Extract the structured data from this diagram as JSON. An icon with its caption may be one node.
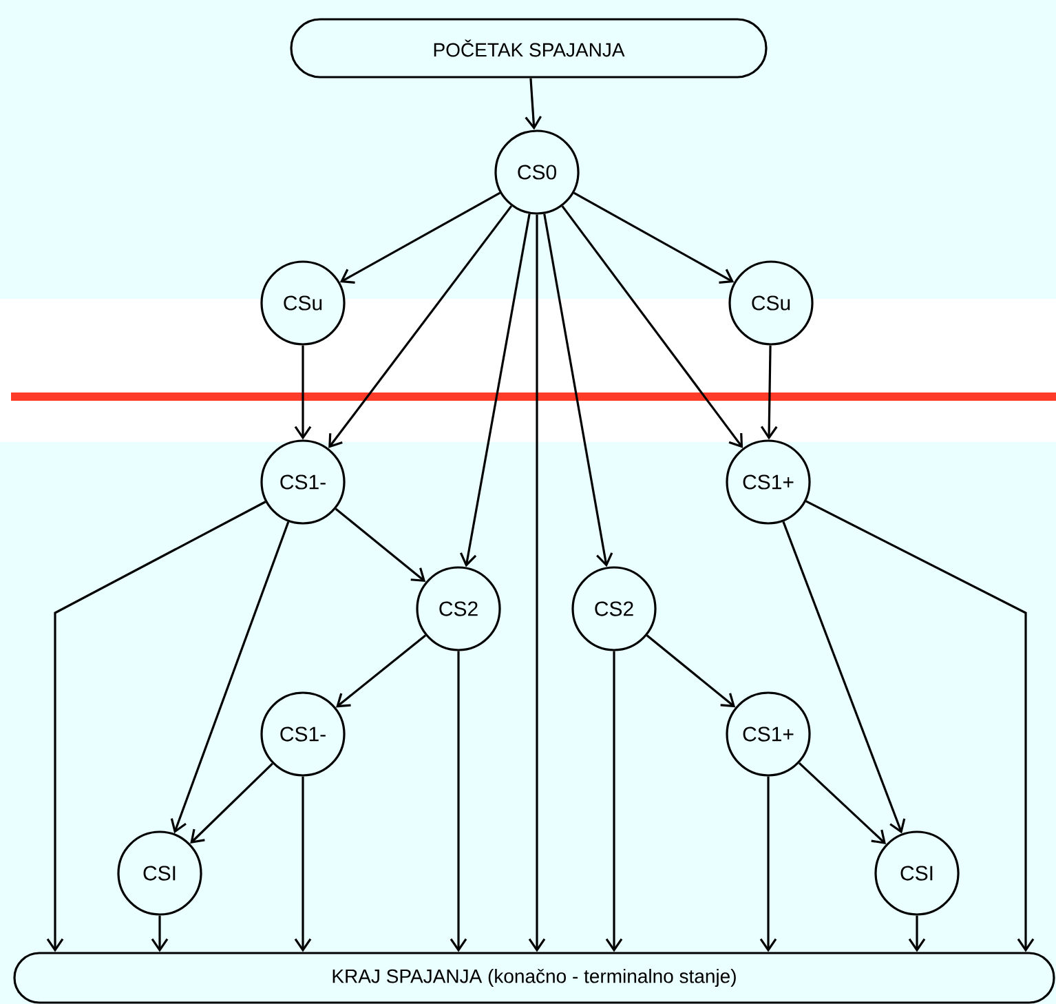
{
  "diagram": {
    "nodes": [
      {
        "text": [
          "POČETAK SPAJANJA"
        ]
      },
      {
        "text": [
          "CS0"
        ]
      },
      {
        "text": [
          "CSu"
        ]
      },
      {
        "text": [
          "CSu"
        ]
      },
      {
        "text": [
          "CS1-"
        ]
      },
      {
        "text": [
          "CS1+"
        ]
      },
      {
        "text": [
          "CS2"
        ]
      },
      {
        "text": [
          "CS2"
        ]
      },
      {
        "text": [
          "CS1-"
        ]
      },
      {
        "text": [
          "CS1+"
        ]
      },
      {
        "text": [
          "CSI"
        ]
      },
      {
        "text": [
          "CSI"
        ]
      },
      {
        "text": [
          "KRAJ SPAJANJA (konačno - terminalno stanje)"
        ]
      }
    ],
    "edges": [
      {
        "from": 0,
        "to": 1,
        "arrow": "to"
      },
      {
        "from": 1,
        "to": 2,
        "arrow": "to"
      },
      {
        "from": 1,
        "to": 3,
        "arrow": "to"
      },
      {
        "from": 1,
        "to": 4,
        "arrow": "to"
      },
      {
        "from": 1,
        "to": 6,
        "arrow": "to"
      },
      {
        "from": 1,
        "to": 12,
        "arrow": "to"
      },
      {
        "from": 1,
        "to": 7,
        "arrow": "to"
      },
      {
        "from": 1,
        "to": 5,
        "arrow": "to"
      },
      {
        "from": 2,
        "to": 4,
        "arrow": "to"
      },
      {
        "from": 3,
        "to": 5,
        "arrow": "to"
      },
      {
        "from": 4,
        "to": 12,
        "arrow": "to"
      },
      {
        "from": 4,
        "to": 10,
        "arrow": "to"
      },
      {
        "from": 4,
        "to": 6,
        "arrow": "to"
      },
      {
        "from": 6,
        "to": 8,
        "arrow": "to"
      },
      {
        "from": 6,
        "to": 12,
        "arrow": "to"
      },
      {
        "from": 8,
        "to": 10,
        "arrow": "to"
      },
      {
        "from": 8,
        "to": 12,
        "arrow": "to"
      },
      {
        "from": 10,
        "to": 12,
        "arrow": "to"
      },
      {
        "from": 7,
        "to": 9,
        "arrow": "to"
      },
      {
        "from": 7,
        "to": 12,
        "arrow": "to"
      },
      {
        "from": 5,
        "to": 11,
        "arrow": "to"
      },
      {
        "from": 5,
        "to": 12,
        "arrow": "to"
      },
      {
        "from": 9,
        "to": 11,
        "arrow": "to"
      },
      {
        "from": 9,
        "to": 12,
        "arrow": "to"
      },
      {
        "from": 11,
        "to": 12,
        "arrow": "to"
      }
    ]
  }
}
